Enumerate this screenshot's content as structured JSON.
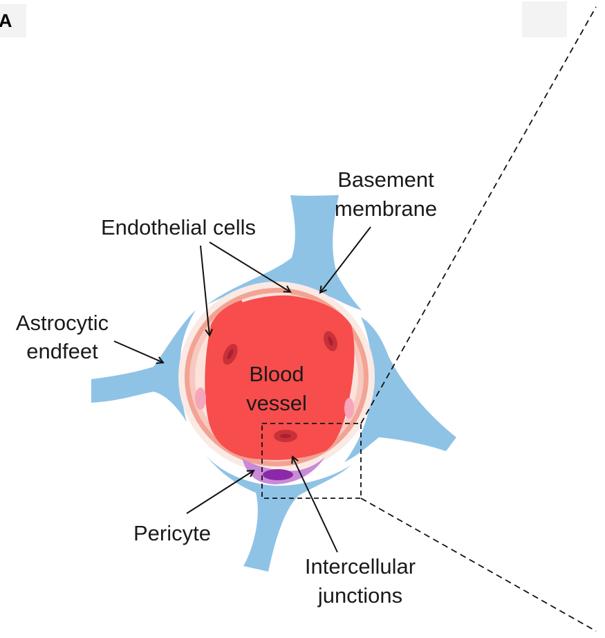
{
  "panel_label": "A",
  "labels": {
    "basement_membrane": [
      "Basement",
      "membrane"
    ],
    "endothelial_cells": "Endothelial cells",
    "astrocytic_endfeet": [
      "Astrocytic",
      "endfeet"
    ],
    "blood_vessel": [
      "Blood",
      "vessel"
    ],
    "pericyte": "Pericyte",
    "intercellular_junctions": [
      "Intercellular",
      "junctions"
    ]
  },
  "colors": {
    "astrocyte": "#8ec3e6",
    "lumen": "#f74d4d",
    "endothelium": "#f7c9c0",
    "basement_membrane": "#f2a393",
    "red_blood_cell": "#c8313a",
    "pericyte": "#c98ad8",
    "pericyte_nucleus": "#8a2aa8",
    "nucleus_pink": "#f5a6bb"
  }
}
